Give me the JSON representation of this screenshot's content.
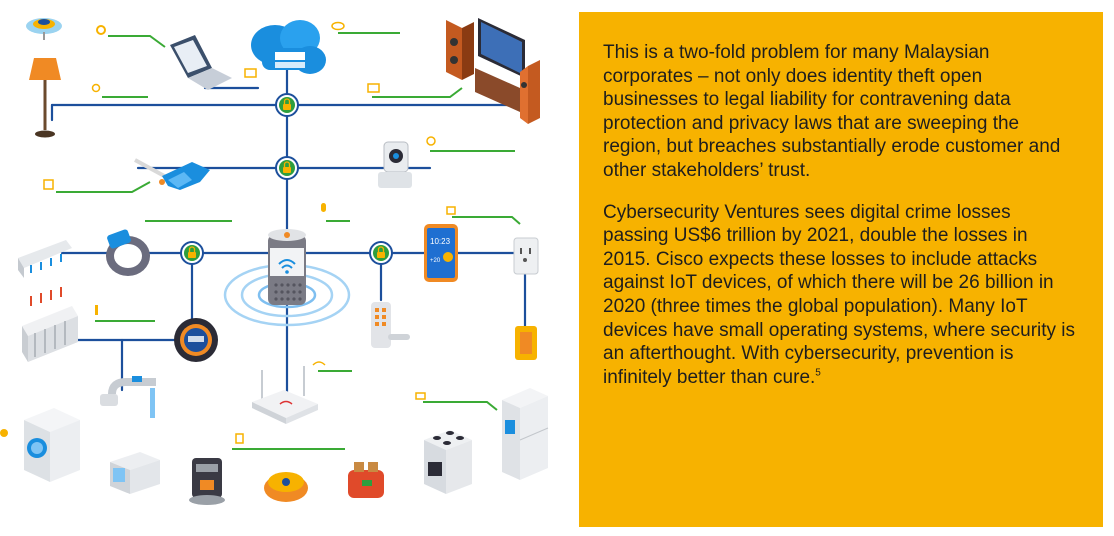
{
  "illustration": {
    "colors": {
      "network_line": "#1c4f9c",
      "lock_node_ring": "#2e9e3e",
      "callout_line": "#3aaa35",
      "callout_icon": "#f7b200",
      "accent": "#f7b200"
    },
    "icons": [
      "lightbulb-icon",
      "gear-icon",
      "cloud-icon",
      "lightbulb-icon",
      "mail-icon",
      "monitor-icon",
      "contrast-icon",
      "cube-icon",
      "microphone-icon",
      "phone-icon",
      "thermometer-icon",
      "wifi-icon",
      "battery-icon",
      "stove-icon"
    ],
    "devices": [
      "ceiling-lamp",
      "floor-lamp",
      "laptop",
      "cloud-server",
      "home-theater",
      "smart-glasses",
      "security-camera",
      "smart-band",
      "smart-speaker",
      "smartphone",
      "power-outlet",
      "ac-unit",
      "radiator",
      "thermostat",
      "door-lock",
      "light-switch",
      "faucet",
      "router",
      "fridge",
      "washing-machine",
      "microwave",
      "coffee-machine",
      "robot-vacuum",
      "toaster",
      "oven"
    ],
    "phone_screen": {
      "time": "10:23",
      "temp": "+20"
    }
  },
  "text_panel": {
    "background": "#f7b200",
    "paragraph_1": "This is a two-fold problem for many Malaysian corporates – not only does identity theft open businesses to legal liability for contravening data protection and privacy laws that are sweeping the region, but breaches substantially erode customer and other stakeholders’ trust.",
    "paragraph_2": "Cybersecurity Ventures sees digital crime losses passing US$6 trillion by 2021, double the losses in 2015. Cisco expects these losses to include attacks against IoT devices, of which there will be 26 billion in 2020 (three times the global population). Many IoT devices have small operating systems, where security is an afterthought. With cybersecurity, prevention is infinitely better than cure.",
    "footnote_ref": "5"
  }
}
